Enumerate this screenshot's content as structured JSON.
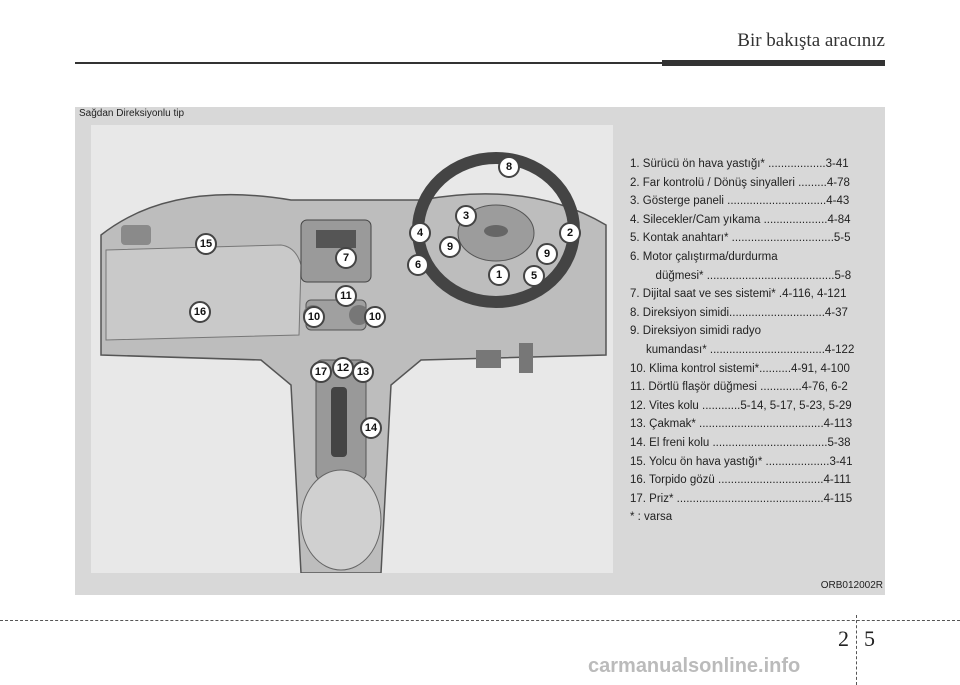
{
  "header": {
    "title": "Bir bakışta aracınız"
  },
  "panel": {
    "label": "Sağdan Direksiyonlu tip",
    "figure_code": "ORB012002R",
    "callouts": [
      "1",
      "2",
      "3",
      "4",
      "5",
      "6",
      "7",
      "8",
      "9",
      "9",
      "10",
      "10",
      "11",
      "12",
      "13",
      "14",
      "15",
      "16",
      "17"
    ]
  },
  "index": [
    "1. Sürücü ön hava yastığı* ..................3-41",
    "2. Far kontrolü / Dönüş sinyalleri .........4-78",
    "3. Gösterge paneli ...............................4-43",
    "4. Silecekler/Cam yıkama ....................4-84",
    "5. Kontak anahtarı* ................................5-5",
    "6. Motor çalıştırma/durdurma",
    "        düğmesi* ........................................5-8",
    "7. Dijital saat ve ses sistemi* .4-116, 4-121",
    "8. Direksiyon simidi..............................4-37",
    "9. Direksiyon simidi radyo",
    "     kumandası* ....................................4-122",
    "10. Klima kontrol sistemi*..........4-91, 4-100",
    "11. Dörtlü flaşör düğmesi .............4-76, 6-2",
    "12. Vites kolu ............5-14, 5-17, 5-23, 5-29",
    "13. Çakmak* .......................................4-113",
    "14. El freni kolu ....................................5-38",
    "15. Yolcu ön hava yastığı* ....................3-41",
    "16. Torpido gözü .................................4-111",
    "17. Priz* ..............................................4-115",
    "* : varsa"
  ],
  "footer": {
    "chapter": "2",
    "page": "5",
    "watermark": "carmanualsonline.info"
  }
}
